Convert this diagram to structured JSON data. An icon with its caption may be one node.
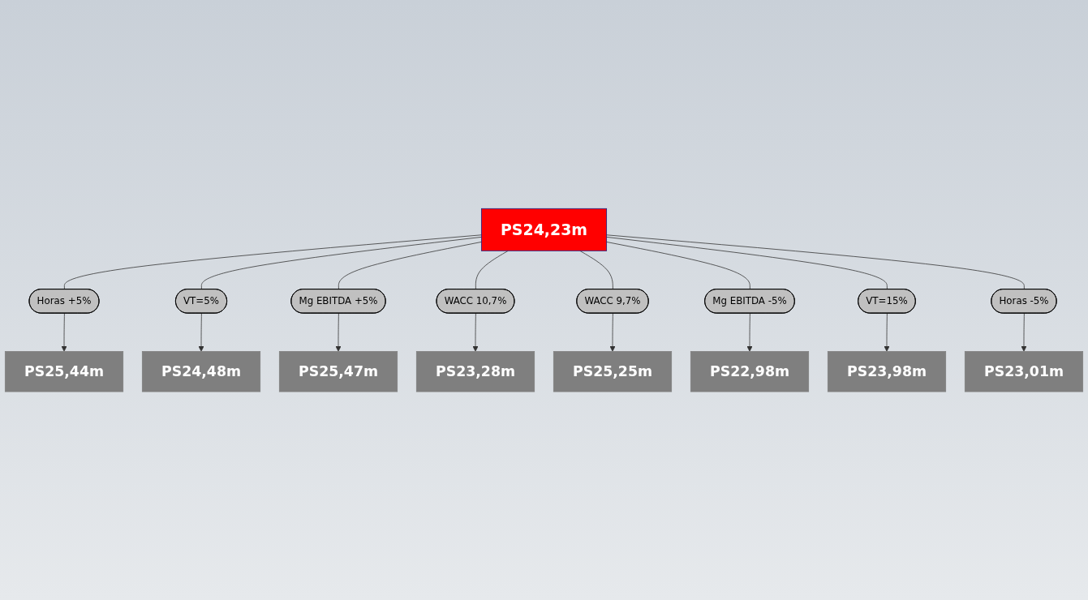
{
  "diagram": {
    "nodes": [
      {
        "text": [
          "PS25,44m"
        ]
      },
      {
        "text": [
          "PS24,48m"
        ]
      },
      {
        "text": [
          "PS25,47m"
        ]
      },
      {
        "text": [
          "Horas +5%"
        ]
      },
      {
        "text": [
          "VT=5%"
        ]
      },
      {
        "text": [
          "Mg EBITDA +5%"
        ]
      },
      {
        "text": [
          "PS23,28m"
        ]
      },
      {
        "text": [
          "WACC 10,7%"
        ]
      },
      {
        "text": [
          "PS24,23m"
        ]
      },
      {
        "text": [
          "WACC 9,7%"
        ]
      },
      {
        "text": [
          "PS25,25m"
        ]
      },
      {
        "text": [
          "Mg EBITDA -5%"
        ]
      },
      {
        "text": [
          "VT=15%"
        ]
      },
      {
        "text": [
          "Horas -5%"
        ]
      },
      {
        "text": [
          "PS22,98m"
        ]
      },
      {
        "text": [
          "PS23,98m"
        ]
      },
      {
        "text": [
          "PS23,01m"
        ]
      }
    ],
    "edges": [
      {
        "from": 8,
        "to": 3,
        "arrow": "none"
      },
      {
        "from": 3,
        "to": 0,
        "arrow": "to"
      },
      {
        "from": 8,
        "to": 4,
        "arrow": "none"
      },
      {
        "from": 4,
        "to": 1,
        "arrow": "to"
      },
      {
        "from": 8,
        "to": 5,
        "arrow": "none"
      },
      {
        "from": 5,
        "to": 2,
        "arrow": "to"
      },
      {
        "from": 8,
        "to": 7,
        "arrow": "none"
      },
      {
        "from": 7,
        "to": 6,
        "arrow": "to"
      },
      {
        "from": 8,
        "to": 9,
        "arrow": "none"
      },
      {
        "from": 9,
        "to": 10,
        "arrow": "to"
      },
      {
        "from": 8,
        "to": 11,
        "arrow": "none"
      },
      {
        "from": 11,
        "to": 14,
        "arrow": "to"
      },
      {
        "from": 8,
        "to": 12,
        "arrow": "none"
      },
      {
        "from": 12,
        "to": 15,
        "arrow": "to"
      },
      {
        "from": 8,
        "to": 13,
        "arrow": "none"
      },
      {
        "from": 13,
        "to": 16,
        "arrow": "to"
      }
    ]
  }
}
